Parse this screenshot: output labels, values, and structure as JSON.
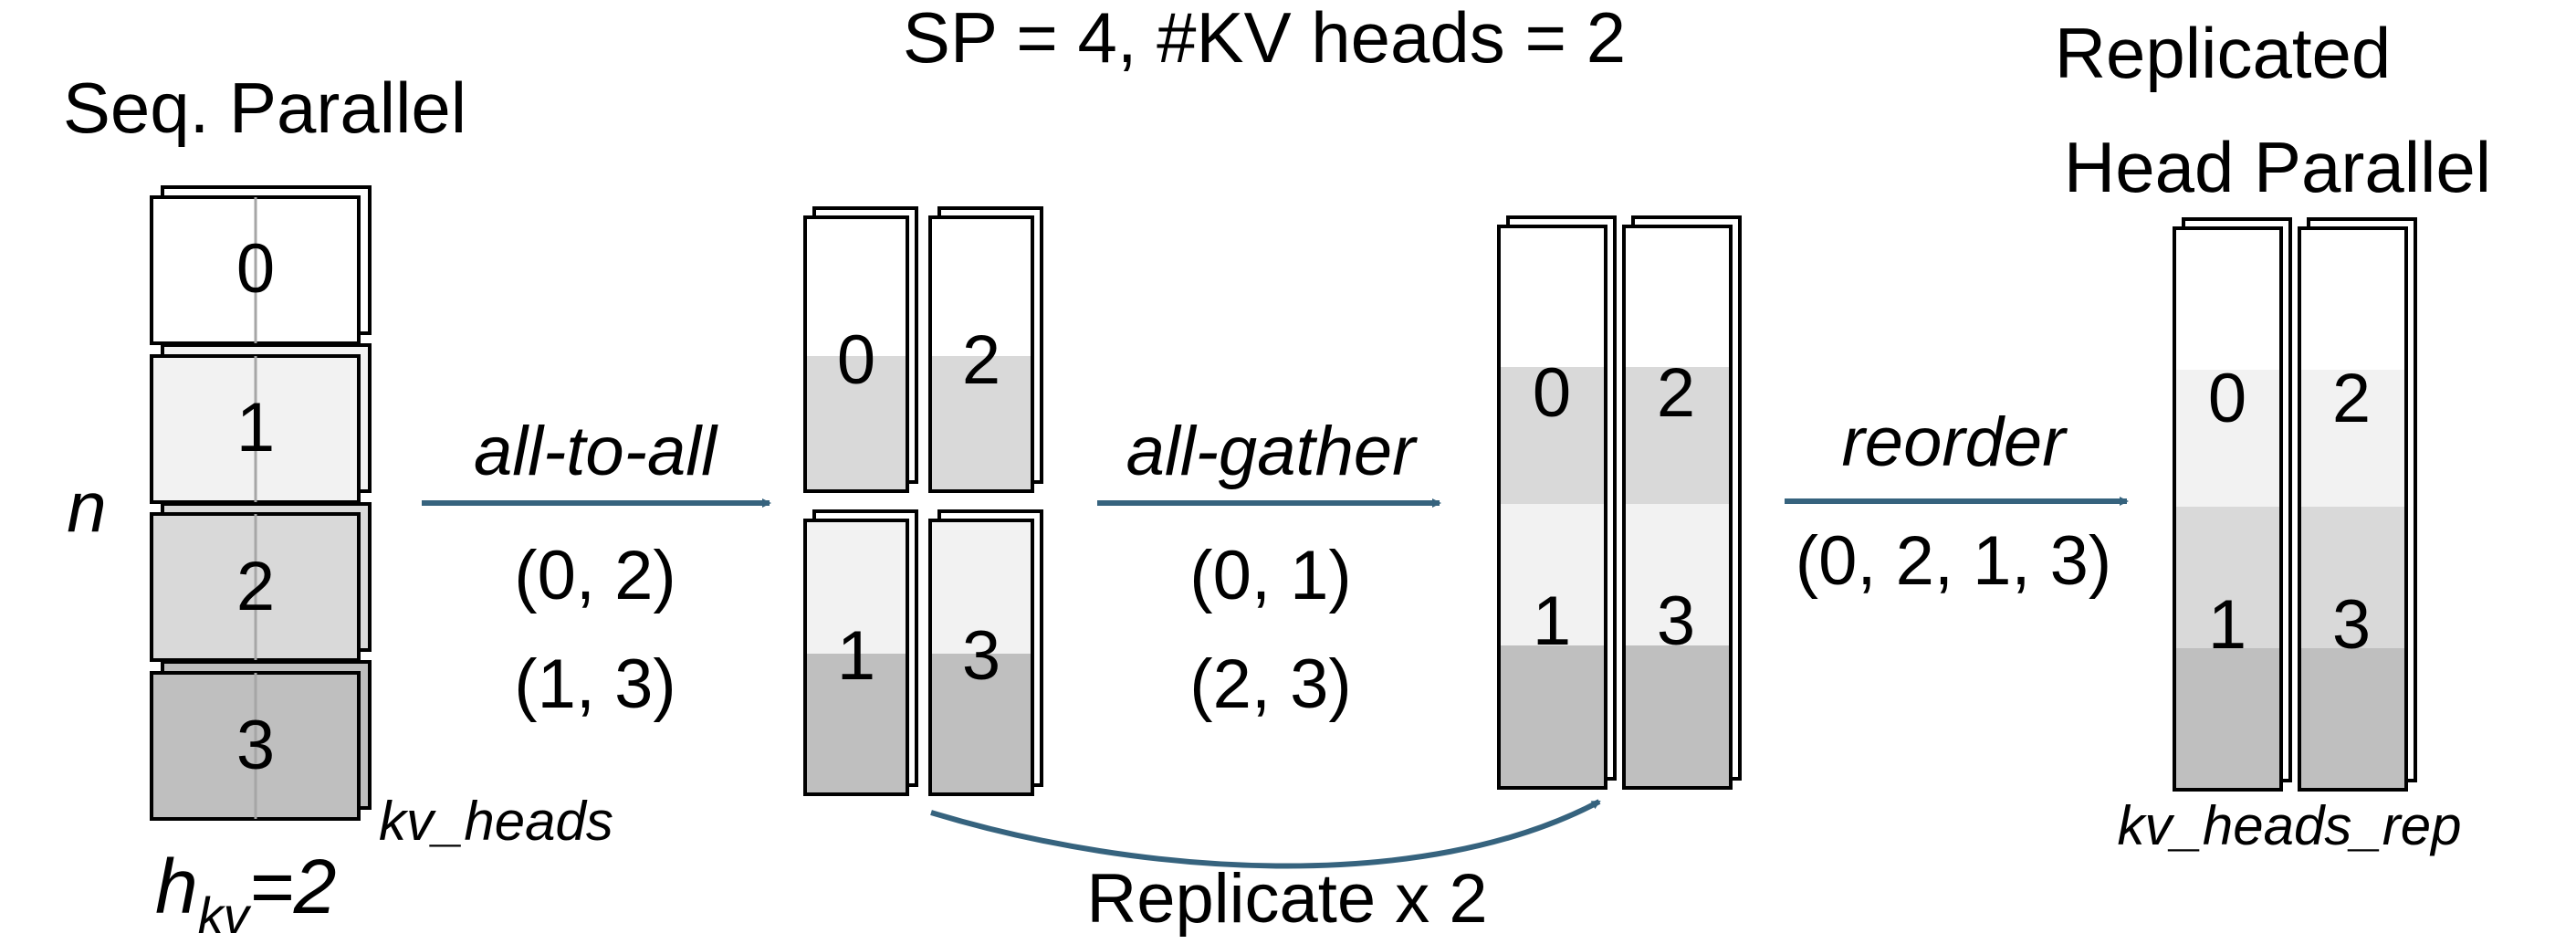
{
  "diagram": {
    "title": "SP = 4, #KV heads = 2",
    "left_title": "Seq. Parallel",
    "right_title_line1": "Replicated",
    "right_title_line2": "Head Parallel",
    "n_label": "n",
    "h_label_main": "h",
    "h_label_sub": "kv",
    "h_label_value": "=2",
    "kv_heads_label": "kv_heads",
    "kv_heads_rep_label": "kv_heads_rep",
    "replicate_label": "Replicate x 2",
    "colors": {
      "arrow": "#36637e",
      "shade_light": "#f2f2f2",
      "shade_mid": "#d9d9d9",
      "shade_dark": "#bfbfbf",
      "border": "#000000",
      "divider": "#a6a6a6"
    }
  },
  "seq_parallel_blocks": [
    {
      "label": "0"
    },
    {
      "label": "1"
    },
    {
      "label": "2"
    },
    {
      "label": "3"
    }
  ],
  "steps": [
    {
      "op": "all-to-all",
      "groups": [
        "(0, 2)",
        "(1, 3)"
      ]
    },
    {
      "op": "all-gather",
      "groups": [
        "(0, 1)",
        "(2, 3)"
      ]
    },
    {
      "op": "reorder",
      "groups": [
        "(0, 2, 1, 3)"
      ]
    }
  ],
  "stage2_labels": [
    "0",
    "2",
    "1",
    "3"
  ],
  "stage3_labels": [
    "0",
    "2",
    "1",
    "3"
  ],
  "stage4_labels": [
    "0",
    "2",
    "1",
    "3"
  ]
}
